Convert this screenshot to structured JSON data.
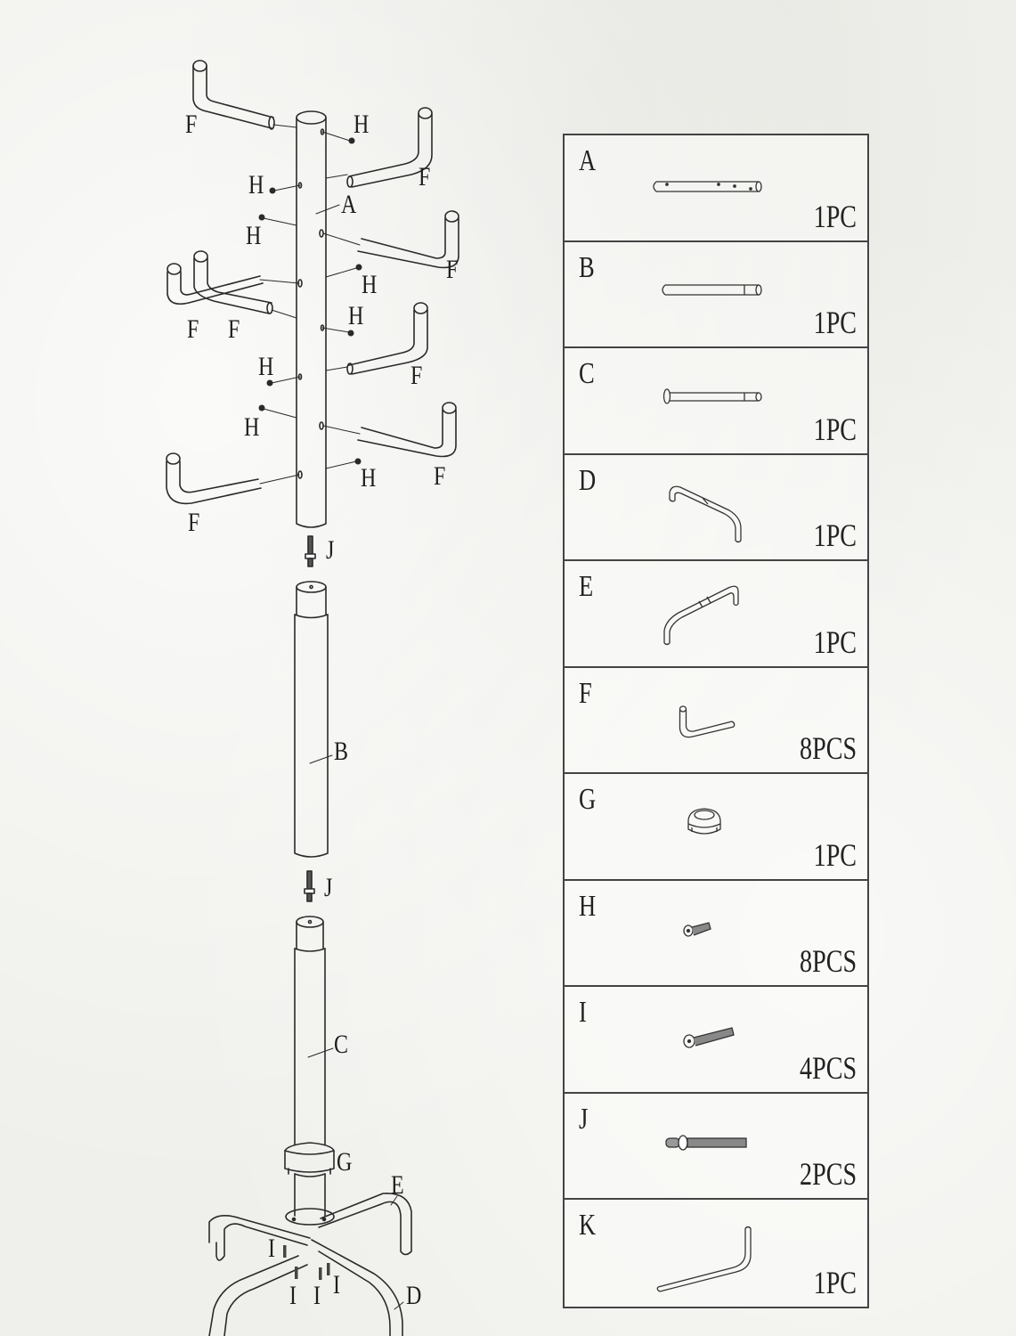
{
  "diagram": {
    "type": "assembly-exploded-view",
    "subject": "coat rack",
    "callouts": {
      "F": [
        "F",
        "F",
        "F",
        "F",
        "F",
        "F",
        "F",
        "F"
      ],
      "H": [
        "H",
        "H",
        "H",
        "H",
        "H",
        "H",
        "H",
        "H"
      ],
      "I": [
        "I",
        "I",
        "I",
        "I"
      ],
      "J": [
        "J",
        "J"
      ],
      "A": "A",
      "B": "B",
      "C": "C",
      "D": "D",
      "E": "E",
      "G": "G"
    }
  },
  "parts_list": [
    {
      "letter": "A",
      "qty": "1PC",
      "icon": "top-pole-with-holes"
    },
    {
      "letter": "B",
      "qty": "1PC",
      "icon": "middle-pole"
    },
    {
      "letter": "C",
      "qty": "1PC",
      "icon": "bottom-pole-with-flange"
    },
    {
      "letter": "D",
      "qty": "1PC",
      "icon": "base-leg-d"
    },
    {
      "letter": "E",
      "qty": "1PC",
      "icon": "base-leg-e"
    },
    {
      "letter": "F",
      "qty": "8PCS",
      "icon": "hook-arm"
    },
    {
      "letter": "G",
      "qty": "1PC",
      "icon": "collar-cap"
    },
    {
      "letter": "H",
      "qty": "8PCS",
      "icon": "short-hex-bolt"
    },
    {
      "letter": "I",
      "qty": "4PCS",
      "icon": "long-hex-bolt"
    },
    {
      "letter": "J",
      "qty": "2PCS",
      "icon": "double-threaded-stud"
    },
    {
      "letter": "K",
      "qty": "1PC",
      "icon": "allen-key"
    }
  ]
}
